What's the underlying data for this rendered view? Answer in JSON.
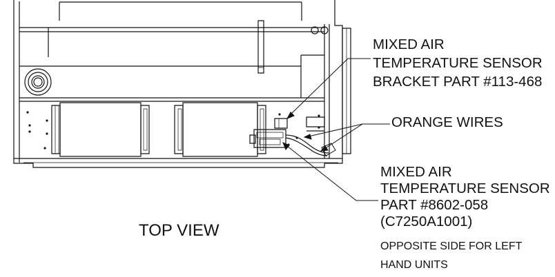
{
  "annotations": {
    "bracket": {
      "line1": "MIXED AIR",
      "line2": "TEMPERATURE SENSOR",
      "line3": "BRACKET PART #113-468"
    },
    "wires": {
      "label": "ORANGE WIRES"
    },
    "sensor": {
      "line1": "MIXED AIR",
      "line2": "TEMPERATURE SENSOR",
      "line3": "PART #8602-058",
      "line4": "(C7250A1001)",
      "note1": "OPPOSITE SIDE FOR LEFT",
      "note2": "HAND UNITS"
    }
  },
  "view": {
    "title": "TOP VIEW"
  },
  "colors": {
    "ink": "#111111",
    "background": "#ffffff"
  }
}
